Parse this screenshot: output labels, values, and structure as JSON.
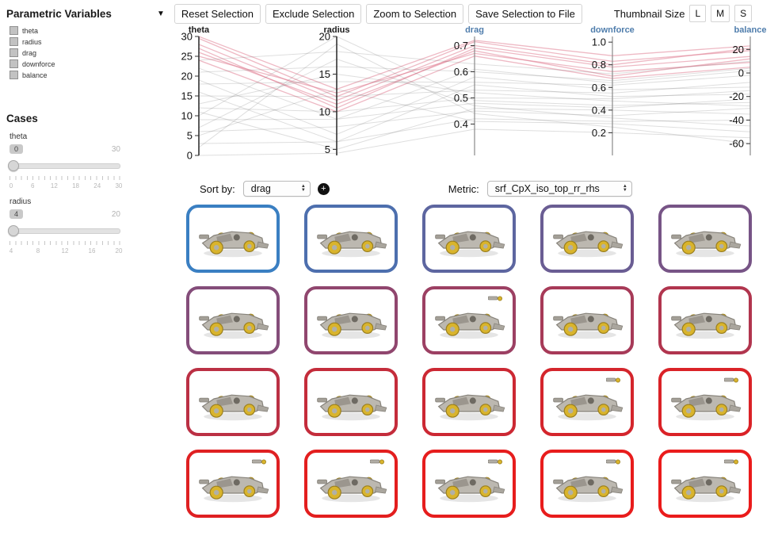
{
  "sidebar": {
    "title": "Parametric Variables",
    "variables": [
      "theta",
      "radius",
      "drag",
      "downforce",
      "balance"
    ],
    "cases_title": "Cases",
    "sliders": [
      {
        "name": "theta",
        "value": "0",
        "max_label": "30",
        "ticks": [
          "0",
          "6",
          "12",
          "18",
          "24",
          "30"
        ]
      },
      {
        "name": "radius",
        "value": "4",
        "max_label": "20",
        "ticks": [
          "4",
          "8",
          "12",
          "16",
          "20"
        ]
      }
    ]
  },
  "toolbar": {
    "caret": "▼",
    "buttons": [
      "Reset Selection",
      "Exclude Selection",
      "Zoom to Selection",
      "Save Selection to File"
    ],
    "thumbnail_size_label": "Thumbnail Size",
    "size_options": [
      "L",
      "M",
      "S"
    ]
  },
  "controls": {
    "sort_label": "Sort by:",
    "sort_value": "drag",
    "sort_dir_glyph": "+",
    "metric_label": "Metric:",
    "metric_value": "srf_CpX_iso_top_rr_rhs"
  },
  "colors": {
    "selected_line": "rgba(224,128,148,0.55)",
    "unselected_line": "rgba(105,105,105,0.22)",
    "axis_dark": "#1a1a1a",
    "axis_blue": "#4f7dac"
  },
  "chart_data": {
    "type": "parallel-coordinates",
    "axes": [
      {
        "name": "theta",
        "color": "#1a1a1a",
        "domain": [
          0,
          30
        ],
        "ticks": [
          "0",
          "5",
          "10",
          "15",
          "20",
          "25",
          "30"
        ]
      },
      {
        "name": "radius",
        "color": "#1a1a1a",
        "domain": [
          4.2,
          20
        ],
        "ticks": [
          "5",
          "10",
          "15",
          "20"
        ]
      },
      {
        "name": "drag",
        "color": "#4f7dac",
        "domain": [
          0.28,
          0.735
        ],
        "ticks": [
          "0.4",
          "0.5",
          "0.6",
          "0.7"
        ]
      },
      {
        "name": "downforce",
        "color": "#4f7dac",
        "domain": [
          0.0,
          1.05
        ],
        "ticks": [
          "0.2",
          "0.4",
          "0.6",
          "0.8",
          "1.0"
        ]
      },
      {
        "name": "balance",
        "color": "#4f7dac",
        "domain": [
          -70,
          31
        ],
        "ticks": [
          "-60",
          "-40",
          "-20",
          "0",
          "20"
        ]
      }
    ],
    "cases": [
      {
        "values": [
          29.5,
          12,
          0.715,
          0.83,
          19
        ],
        "selected": true
      },
      {
        "values": [
          28,
          11.5,
          0.7,
          0.8,
          21
        ],
        "selected": true
      },
      {
        "values": [
          27,
          10.5,
          0.69,
          0.78,
          14
        ],
        "selected": true
      },
      {
        "values": [
          30,
          13,
          0.72,
          0.88,
          23
        ],
        "selected": true
      },
      {
        "values": [
          25,
          12.5,
          0.67,
          0.74,
          9
        ],
        "selected": true
      },
      {
        "values": [
          26,
          11,
          0.68,
          0.7,
          12
        ],
        "selected": true
      },
      {
        "values": [
          24,
          10,
          0.66,
          0.68,
          5
        ],
        "selected": true
      },
      {
        "values": [
          0,
          4.5,
          0.38,
          0.2,
          -55
        ],
        "selected": false
      },
      {
        "values": [
          3,
          6,
          0.42,
          0.3,
          -40
        ],
        "selected": false
      },
      {
        "values": [
          6,
          8,
          0.45,
          0.35,
          -30
        ],
        "selected": false
      },
      {
        "values": [
          9,
          9,
          0.48,
          0.42,
          -22
        ],
        "selected": false
      },
      {
        "values": [
          12,
          10,
          0.5,
          0.5,
          -15
        ],
        "selected": false
      },
      {
        "values": [
          15,
          12,
          0.53,
          0.55,
          -8
        ],
        "selected": false
      },
      {
        "values": [
          18,
          14,
          0.56,
          0.62,
          -2
        ],
        "selected": false
      },
      {
        "values": [
          21,
          16,
          0.6,
          0.66,
          4
        ],
        "selected": false
      },
      {
        "values": [
          24,
          18,
          0.63,
          0.72,
          10
        ],
        "selected": false
      },
      {
        "values": [
          2,
          19,
          0.44,
          0.25,
          -60
        ],
        "selected": false
      },
      {
        "values": [
          7,
          17,
          0.47,
          0.33,
          -45
        ],
        "selected": false
      },
      {
        "values": [
          13,
          15,
          0.52,
          0.48,
          -28
        ],
        "selected": false
      },
      {
        "values": [
          19,
          7,
          0.58,
          0.58,
          -12
        ],
        "selected": false
      },
      {
        "values": [
          11,
          5,
          0.46,
          0.4,
          -35
        ],
        "selected": false
      },
      {
        "values": [
          5,
          13,
          0.41,
          0.28,
          -50
        ],
        "selected": false
      },
      {
        "values": [
          16,
          6,
          0.55,
          0.52,
          -18
        ],
        "selected": false
      },
      {
        "values": [
          22,
          9,
          0.61,
          0.64,
          2
        ],
        "selected": false
      },
      {
        "values": [
          10,
          20,
          0.49,
          0.44,
          -25
        ],
        "selected": false
      }
    ]
  },
  "grid": {
    "thumbnails": [
      {
        "border": "#3a7fc2",
        "part": false
      },
      {
        "border": "#4d6fae",
        "part": false
      },
      {
        "border": "#5d66a0",
        "part": false
      },
      {
        "border": "#6a5d93",
        "part": false
      },
      {
        "border": "#775486",
        "part": false
      },
      {
        "border": "#844d7a",
        "part": false
      },
      {
        "border": "#90466e",
        "part": false
      },
      {
        "border": "#9c4063",
        "part": true
      },
      {
        "border": "#a73a58",
        "part": false
      },
      {
        "border": "#b1354e",
        "part": false
      },
      {
        "border": "#bb3044",
        "part": false
      },
      {
        "border": "#c42c3b",
        "part": false
      },
      {
        "border": "#cc2833",
        "part": false
      },
      {
        "border": "#d4252c",
        "part": true
      },
      {
        "border": "#da2227",
        "part": true
      },
      {
        "border": "#df2022",
        "part": true
      },
      {
        "border": "#e31e1e",
        "part": true
      },
      {
        "border": "#e61d1d",
        "part": true
      },
      {
        "border": "#e81c1c",
        "part": true
      },
      {
        "border": "#ea1b1b",
        "part": true
      }
    ]
  }
}
